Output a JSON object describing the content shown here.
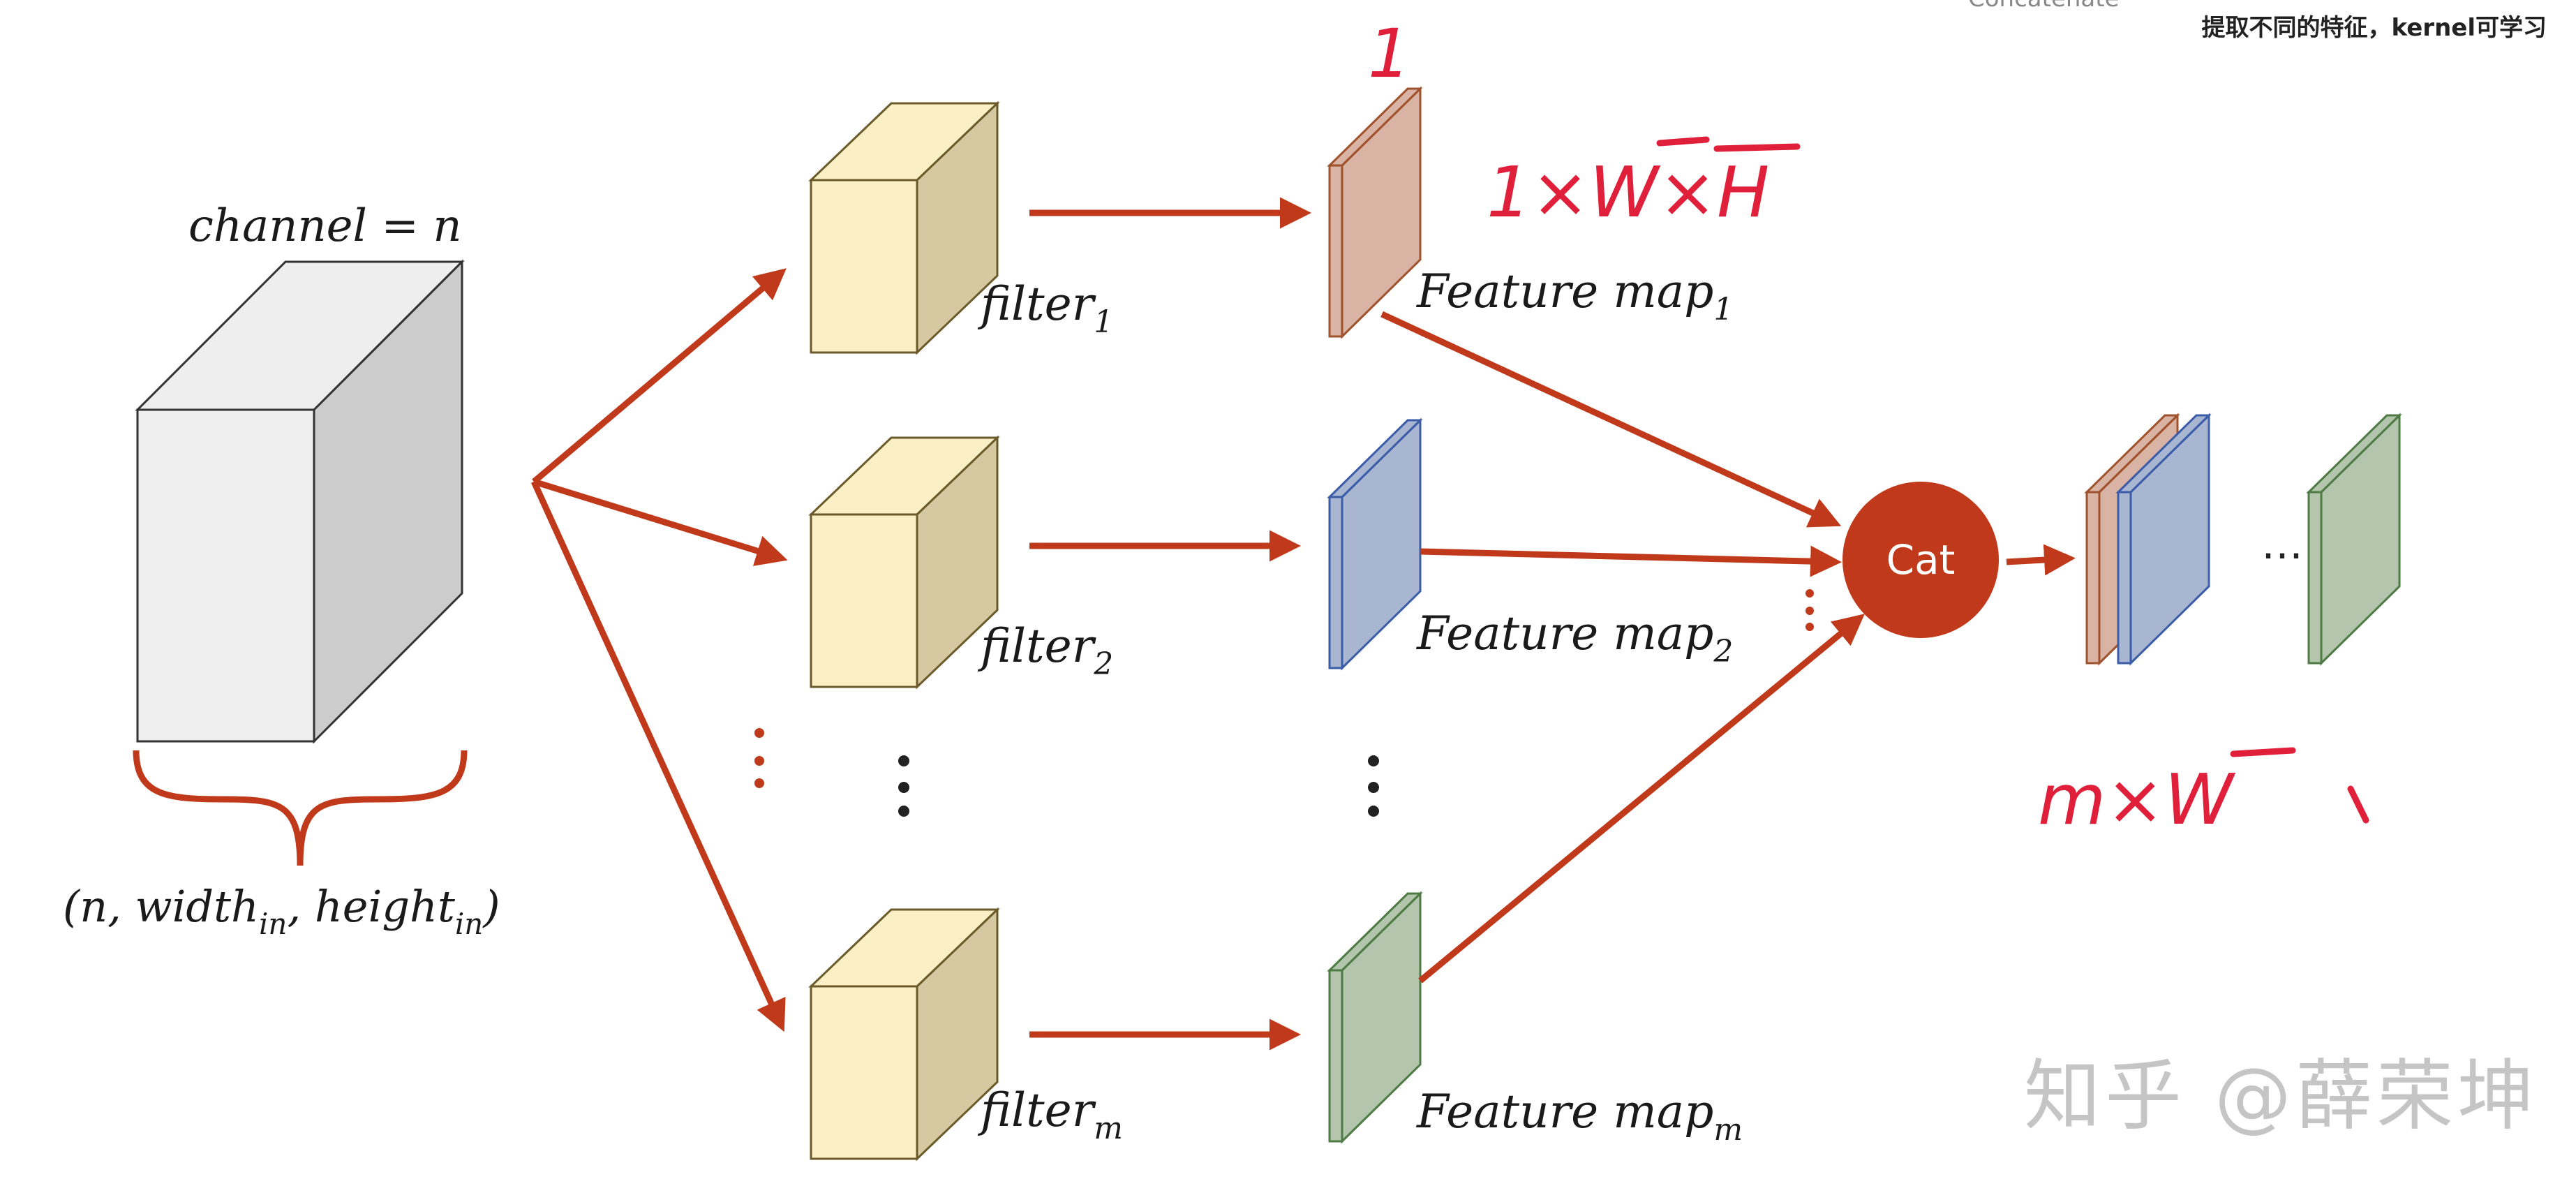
{
  "caption": "提取不同的特征，kernel可学习",
  "top_clipped_text": "Concatenate",
  "watermark": "知乎 @薛荣坤",
  "input": {
    "channel_label": "channel = n",
    "shape_label_prefix": "(n, width",
    "shape_label_mid": ", height",
    "shape_label_end": ")",
    "subscript": "in"
  },
  "filters": [
    {
      "base": "filter",
      "sub": "1"
    },
    {
      "base": "filter",
      "sub": "2"
    },
    {
      "base": "filter",
      "sub": "m"
    }
  ],
  "feature_maps": [
    {
      "base": "Feature map",
      "sub": "1",
      "color": "#d9b3a3",
      "edge": "#a0522d"
    },
    {
      "base": "Feature map",
      "sub": "2",
      "color": "#a9b6d2",
      "edge": "#3b5ca8"
    },
    {
      "base": "Feature map",
      "sub": "m",
      "color": "#b3c6ad",
      "edge": "#4e7a44"
    }
  ],
  "cat_label": "Cat",
  "output_ellipsis": "…",
  "colors": {
    "arrow": "#c0391b",
    "cat_fill": "#c0391b",
    "filter_front": "#fbefc6",
    "filter_side": "#d6c8a0",
    "filter_top": "#fbefc6",
    "filter_edge": "#6b5a2a",
    "cube_front": "#efefef",
    "cube_side": "#cccccc",
    "cube_top": "#eeeeee",
    "handwriting": "#e0203a"
  },
  "annotations": {
    "one": "1",
    "fm_dims": "1×W×H",
    "out_dims": "m×W"
  }
}
